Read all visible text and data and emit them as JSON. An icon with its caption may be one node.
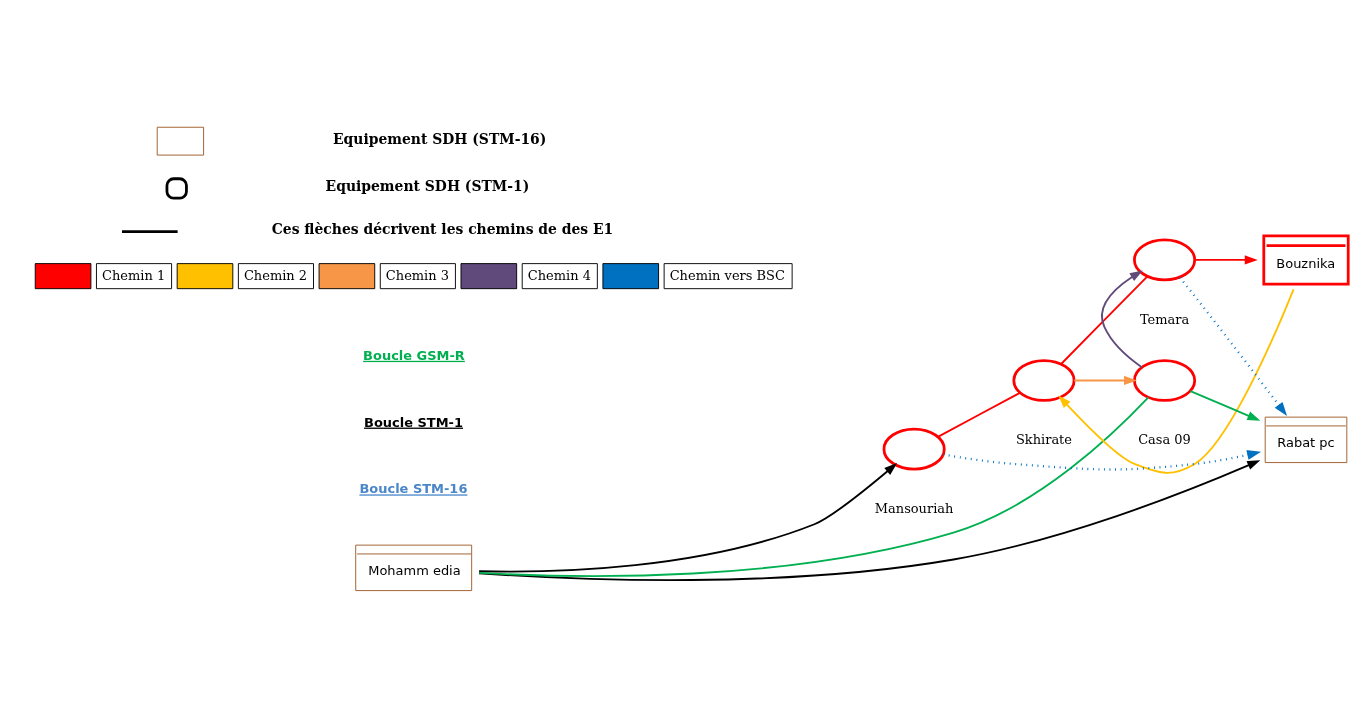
{
  "diagram": {
    "nodes": [
      {
        "text": [
          "Mohamm edia"
        ]
      },
      {
        "text": [
          "Bouznika"
        ]
      },
      {
        "text": [
          "Rabat pc"
        ]
      },
      {
        "text": [],
        "shape": "circle",
        "beside": [
          "Mansouriah"
        ]
      },
      {
        "text": [],
        "shape": "circle",
        "beside": [
          "Skhirate"
        ]
      },
      {
        "text": [],
        "shape": "circle",
        "beside": [
          "Temara"
        ]
      },
      {
        "text": [],
        "shape": "circle",
        "beside": [
          "Casa 09"
        ]
      }
    ],
    "edges": [
      {
        "from": 0,
        "to": 2,
        "arrow": "to",
        "color": "#000000"
      },
      {
        "from": 3,
        "to": 2,
        "arrow": "to",
        "style": "dashed",
        "color": "#0070c0"
      },
      {
        "from": 0,
        "to": 3,
        "arrow": "to",
        "color": "#000000"
      },
      {
        "from": 0,
        "to": 6,
        "arrow": "none",
        "color": "#00b050"
      },
      {
        "from": 6,
        "to": 2,
        "arrow": "to",
        "color": "#00b050"
      },
      {
        "from": 3,
        "to": 4,
        "arrow": "none",
        "color": "#ff0000"
      },
      {
        "from": 4,
        "to": 5,
        "arrow": "none",
        "color": "#ff0000"
      },
      {
        "from": 5,
        "to": 1,
        "arrow": "to",
        "color": "#ff0000"
      },
      {
        "from": 1,
        "to": 4,
        "arrow": "to",
        "color": "#ffc000"
      },
      {
        "from": 4,
        "to": 6,
        "arrow": "to",
        "color": "#f79646"
      },
      {
        "from": 6,
        "to": 5,
        "arrow": "to",
        "color": "#604a7b"
      },
      {
        "from": 5,
        "to": 2,
        "arrow": "to",
        "style": "dashed",
        "color": "#0070c0"
      }
    ],
    "labels": [
      "Boucle STM-16",
      "Boucle STM-1",
      "Boucle GSM-R"
    ],
    "legend": [
      {
        "text": "Equipement SDH (STM-16)"
      },
      {
        "text": "Equipement SDH (STM-1)"
      },
      {
        "text": "Ces flèches décrivent les chemins de des E1"
      },
      {
        "text": "Chemin 1",
        "color": "#ff0000"
      },
      {
        "text": "Chemin 2",
        "color": "#ffc000"
      },
      {
        "text": "Chemin 3",
        "color": "#f79646"
      },
      {
        "text": "Chemin 4",
        "color": "#604a7b"
      },
      {
        "text": "Chemin vers BSC",
        "color": "#0070c0"
      }
    ]
  }
}
